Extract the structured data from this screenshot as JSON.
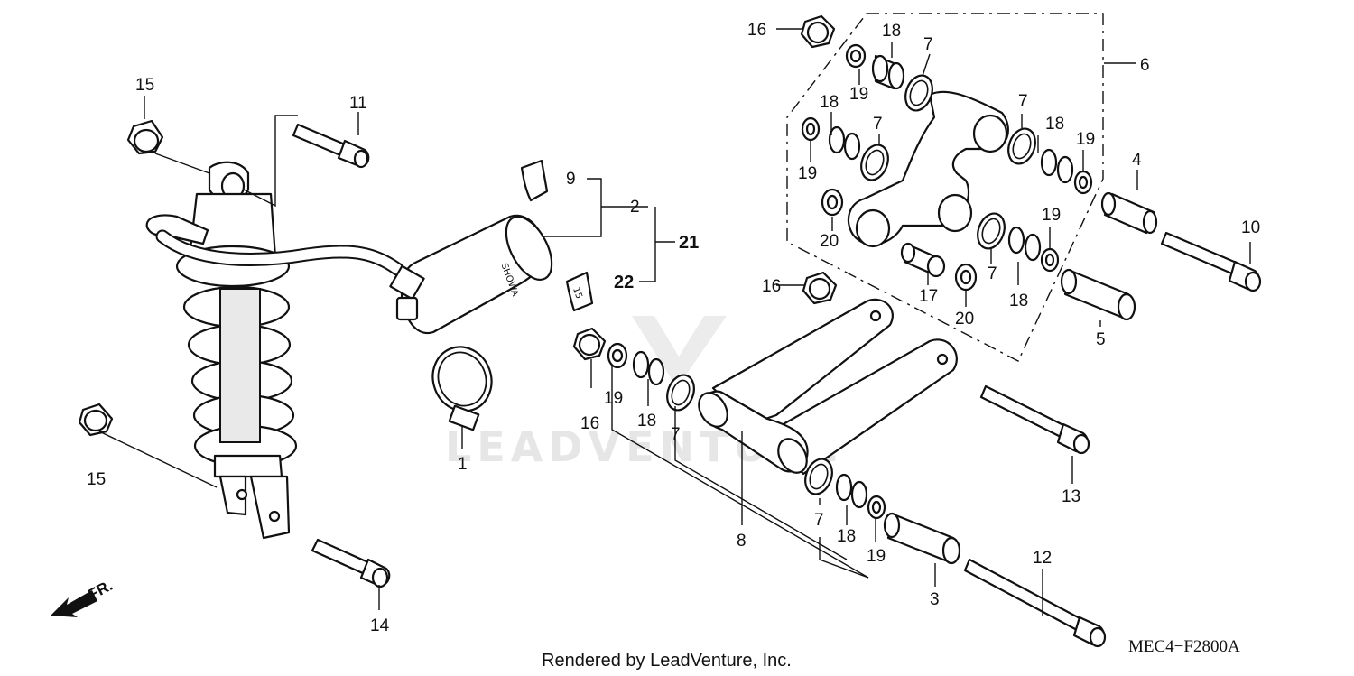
{
  "diagram": {
    "callouts": {
      "c1": "1",
      "c2": "2",
      "c3": "3",
      "c4": "4",
      "c5": "5",
      "c6": "6",
      "c7a": "7",
      "c7b": "7",
      "c7c": "7",
      "c7d": "7",
      "c7e": "7",
      "c7f": "7",
      "c8": "8",
      "c9": "9",
      "c10": "10",
      "c11": "11",
      "c12": "12",
      "c13": "13",
      "c14": "14",
      "c15a": "15",
      "c15b": "15",
      "c16a": "16",
      "c16b": "16",
      "c16c": "16",
      "c17": "17",
      "c18a": "18",
      "c18b": "18",
      "c18c": "18",
      "c18d": "18",
      "c18e": "18",
      "c18f": "18",
      "c19a": "19",
      "c19b": "19",
      "c19c": "19",
      "c19d": "19",
      "c19e": "19",
      "c19f": "19",
      "c20a": "20",
      "c20b": "20",
      "c21": "21",
      "c22": "22"
    },
    "direction_label": "FR.",
    "diagram_code": "MEC4−F2800A",
    "footer_credit": "Rendered by LeadVenture, Inc.",
    "watermark_text": "LEADVENTURE"
  },
  "colors": {
    "ink": "#111111",
    "watermark": "#e6e6e6",
    "background": "#ffffff"
  },
  "icons": {
    "direction_arrow": "arrow-left-down-icon",
    "watermark_logo": "leadventure-logo-icon"
  }
}
